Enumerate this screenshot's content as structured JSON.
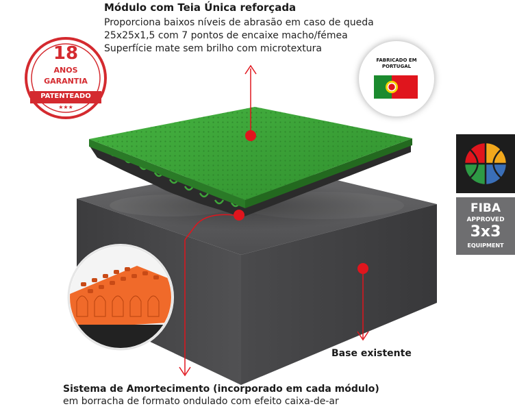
{
  "header": {
    "title": "Módulo com Teia Única reforçada",
    "lines": [
      "Proporciona baixos níveis de abrasão em caso de queda",
      "25x25x1,5 com 7 pontos de encaixe macho/fémea",
      "Superfície mate sem brilho com microtextura"
    ]
  },
  "seal": {
    "years": "18",
    "anos": "ANOS",
    "garantia": "GARANTIA",
    "patenteado": "PATENTEADO",
    "stars": "★★★"
  },
  "made_in": {
    "line1": "FABRICADO EM",
    "line2": "PORTUGAL"
  },
  "fiba": {
    "line1": "FIBA",
    "line2": "APPROVED",
    "line3": "3x3",
    "line4": "EQUIPMENT"
  },
  "base": {
    "label": "Base existente"
  },
  "cushion": {
    "title": "Sistema de Amortecimento (incorporado em cada módulo)",
    "desc": "em borracha de formato ondulado com efeito caixa-de-ar"
  },
  "colors": {
    "accent_red": "#e0151d",
    "tile_green": "#3fa63a",
    "base_gray": "#4a4a4c",
    "detail_orange": "#f06a2a"
  }
}
